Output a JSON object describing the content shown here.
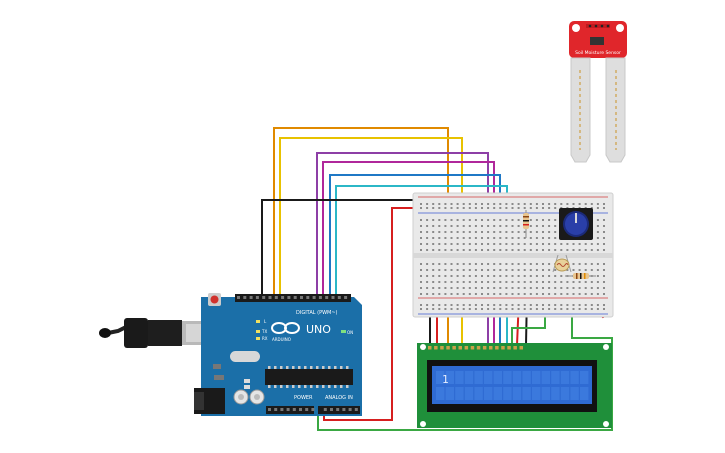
{
  "arduino": {
    "digital_label": "DIGITAL (PWM~)",
    "brand": "ARDUINO",
    "model": "UNO",
    "power_label": "POWER",
    "analog_label": "ANALOG IN",
    "on_label": "ON",
    "tx_label": "TX",
    "rx_label": "RX",
    "l_label": "L"
  },
  "soil_sensor": {
    "label": "Soil Moisture Sensor"
  },
  "lcd": {
    "text": "1"
  },
  "colors": {
    "arduino_board": "#1b6fa8",
    "lcd_body": "#1f8f3a",
    "lcd_screen": "#2f6bd3",
    "breadboard": "#e9e9e9",
    "sensor_board": "#e0262b",
    "wire_orange": "#e08a00",
    "wire_yellow": "#e8c200",
    "wire_purple": "#8d3fa6",
    "wire_magenta": "#b0279b",
    "wire_teal": "#2bb7c7",
    "wire_blue": "#1f78c6",
    "wire_black": "#1a1a1a",
    "wire_red": "#d61f1f",
    "wire_green": "#3aa843"
  }
}
